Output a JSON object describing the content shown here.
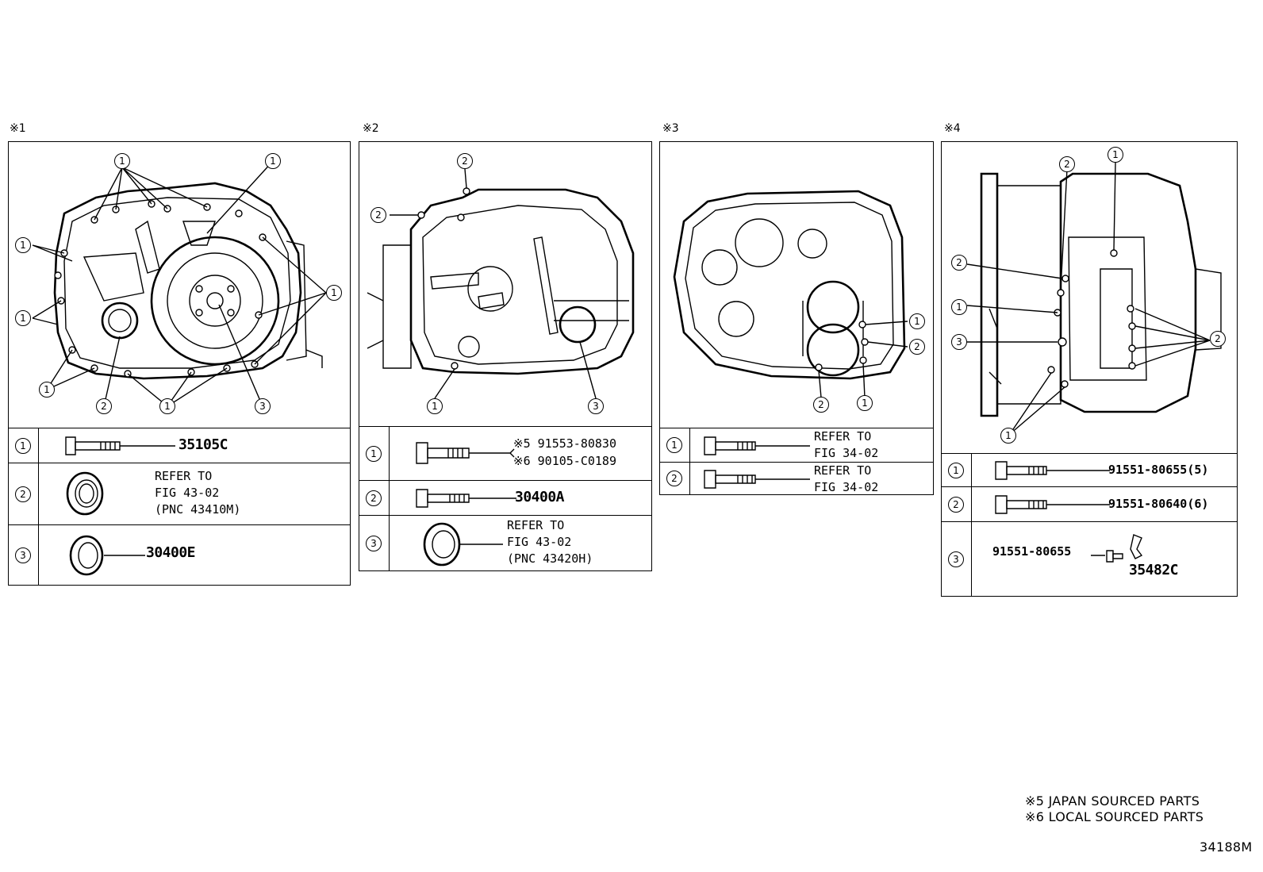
{
  "panels": [
    {
      "tag": "※1",
      "legend": [
        {
          "num": "1",
          "part": "35105C"
        },
        {
          "num": "2",
          "ref_lines": [
            "REFER TO",
            "FIG 43-02",
            "(PNC 43410M)"
          ]
        },
        {
          "num": "3",
          "part": "30400E"
        }
      ],
      "callouts": [
        "1",
        "1",
        "1",
        "1",
        "1",
        "1",
        "2",
        "3"
      ]
    },
    {
      "tag": "※2",
      "legend": [
        {
          "num": "1",
          "part_lines": [
            "※5 91553-80830",
            "※6 90105-C0189"
          ]
        },
        {
          "num": "2",
          "part": "30400A"
        },
        {
          "num": "3",
          "ref_lines": [
            "REFER TO",
            "FIG 43-02",
            "(PNC 43420H)"
          ]
        }
      ],
      "callouts": [
        "2",
        "2",
        "1",
        "3"
      ]
    },
    {
      "tag": "※3",
      "legend": [
        {
          "num": "1",
          "ref_lines": [
            "REFER TO",
            "FIG 34-02"
          ]
        },
        {
          "num": "2",
          "ref_lines": [
            "REFER TO",
            "FIG 34-02"
          ]
        }
      ],
      "callouts": [
        "1",
        "2",
        "2",
        "1"
      ]
    },
    {
      "tag": "※4",
      "legend": [
        {
          "num": "1",
          "part": "91551-80655(5)"
        },
        {
          "num": "2",
          "part": "91551-80640(6)"
        },
        {
          "num": "3",
          "part_a": "91551-80655",
          "part_b": "35482C"
        }
      ],
      "callouts": [
        "1",
        "2",
        "2",
        "1",
        "3",
        "2",
        "1"
      ]
    }
  ],
  "notes": [
    "※5 JAPAN SOURCED PARTS",
    "※6 LOCAL SOURCED PARTS"
  ],
  "figure_id": "34188M"
}
